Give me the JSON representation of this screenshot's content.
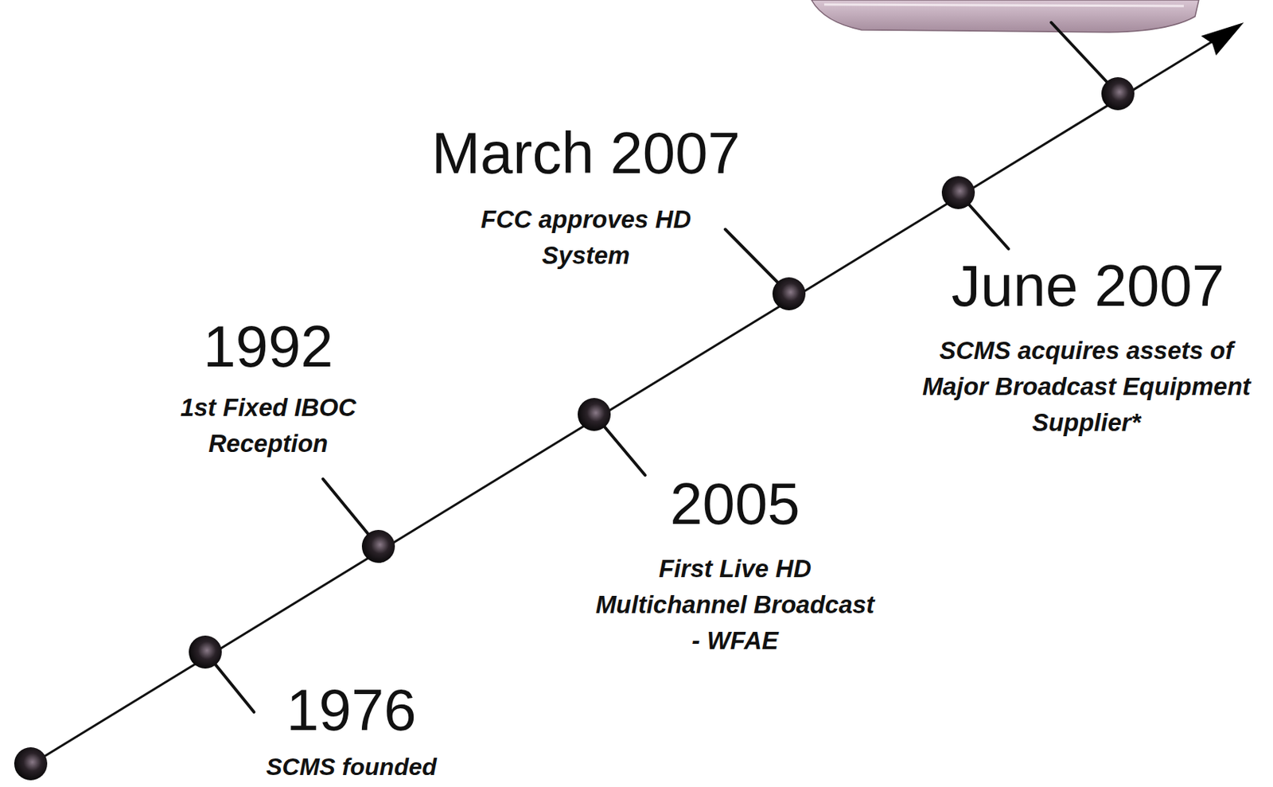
{
  "diagram": {
    "labels": [
      "March 2007",
      "FCC approves HD System",
      "1992",
      "1st Fixed IBOC Reception",
      "June 2007",
      "SCMS acquires assets of Major Broadcast Equipment Supplier*",
      "2005",
      "First Live HD Multichannel Broadcast - WFAE",
      "1976",
      "SCMS founded"
    ]
  }
}
